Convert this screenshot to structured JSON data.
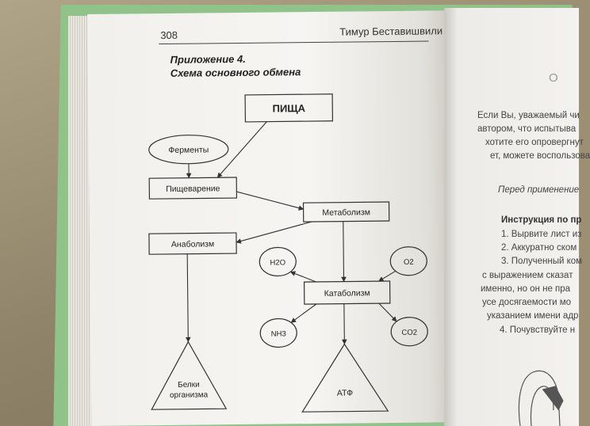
{
  "header": {
    "page_number": "308",
    "author": "Тимур Беставишвили"
  },
  "title": {
    "line1": "Приложение 4.",
    "line2": "Схема основного обмена"
  },
  "diagram": {
    "food": "ПИЩА",
    "enzymes": "Ферменты",
    "digestion": "Пищеварение",
    "metabolism": "Метаболизм",
    "anabolism": "Анаболизм",
    "catabolism": "Катаболизм",
    "h2o": "H2O",
    "o2": "O2",
    "nh3": "NH3",
    "co2": "CO2",
    "proteins_line1": "Белки",
    "proteins_line2": "организма",
    "atp": "АТФ"
  },
  "right_page": {
    "lines": [
      "О",
      "Если Вы, уважаемый чи",
      "автором, что испытыва",
      "хотите его опровергнут",
      "ет, можете воспользова",
      "Перед применение",
      "Инструкция по пр",
      "1. Вырвите лист из",
      "2. Аккуратно ском",
      "3. Полученный ком",
      "с выражением сказат",
      "именно, но он не пра",
      "усе досягаемости мо",
      "указанием имени адр",
      "4. Почувствуйте н"
    ]
  }
}
